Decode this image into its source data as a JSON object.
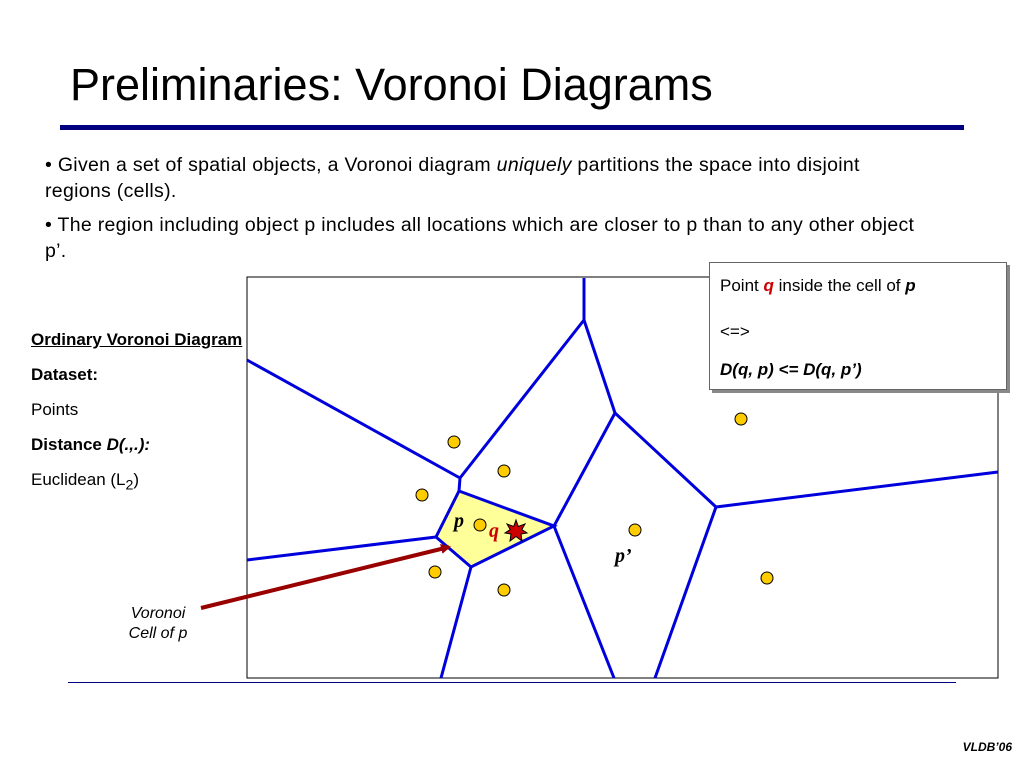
{
  "slide": {
    "title": "Preliminaries: Voronoi Diagrams",
    "bullets": {
      "b1_pre": "• Given a set of spatial objects, a Voronoi diagram ",
      "b1_em": "uniquely",
      "b1_post": " partitions the space into disjoint regions (cells).",
      "b2": "• The region including object p includes all locations which are closer to p than to any other object p’."
    },
    "left_panel": {
      "heading": "Ordinary Voronoi Diagram",
      "dataset_label": "Dataset:",
      "dataset_value": "Points",
      "distance_label": "Distance ",
      "distance_fn": "D(.,.):",
      "metric_value": "Euclidean (L",
      "metric_sub": "2",
      "metric_close": ")"
    },
    "callout": {
      "line1": "Voronoi",
      "line2": "Cell of p"
    },
    "infobox": {
      "l1_pre": "Point ",
      "l1_q": "q",
      "l1_mid": " inside the cell of ",
      "l1_p": "p",
      "l2": "<=>",
      "l3": "D(q, p) <= D(q, p’)"
    },
    "diagram_labels": {
      "p": "p",
      "q": "q",
      "p_prime": "p’"
    },
    "footer": "VLDB’06",
    "colors": {
      "title_rule": "#000080",
      "edges": "#0000dd",
      "cell_fill": "#ffff99",
      "points": "#ffcc00",
      "arrow": "#990000",
      "star": "#cc0000"
    }
  }
}
